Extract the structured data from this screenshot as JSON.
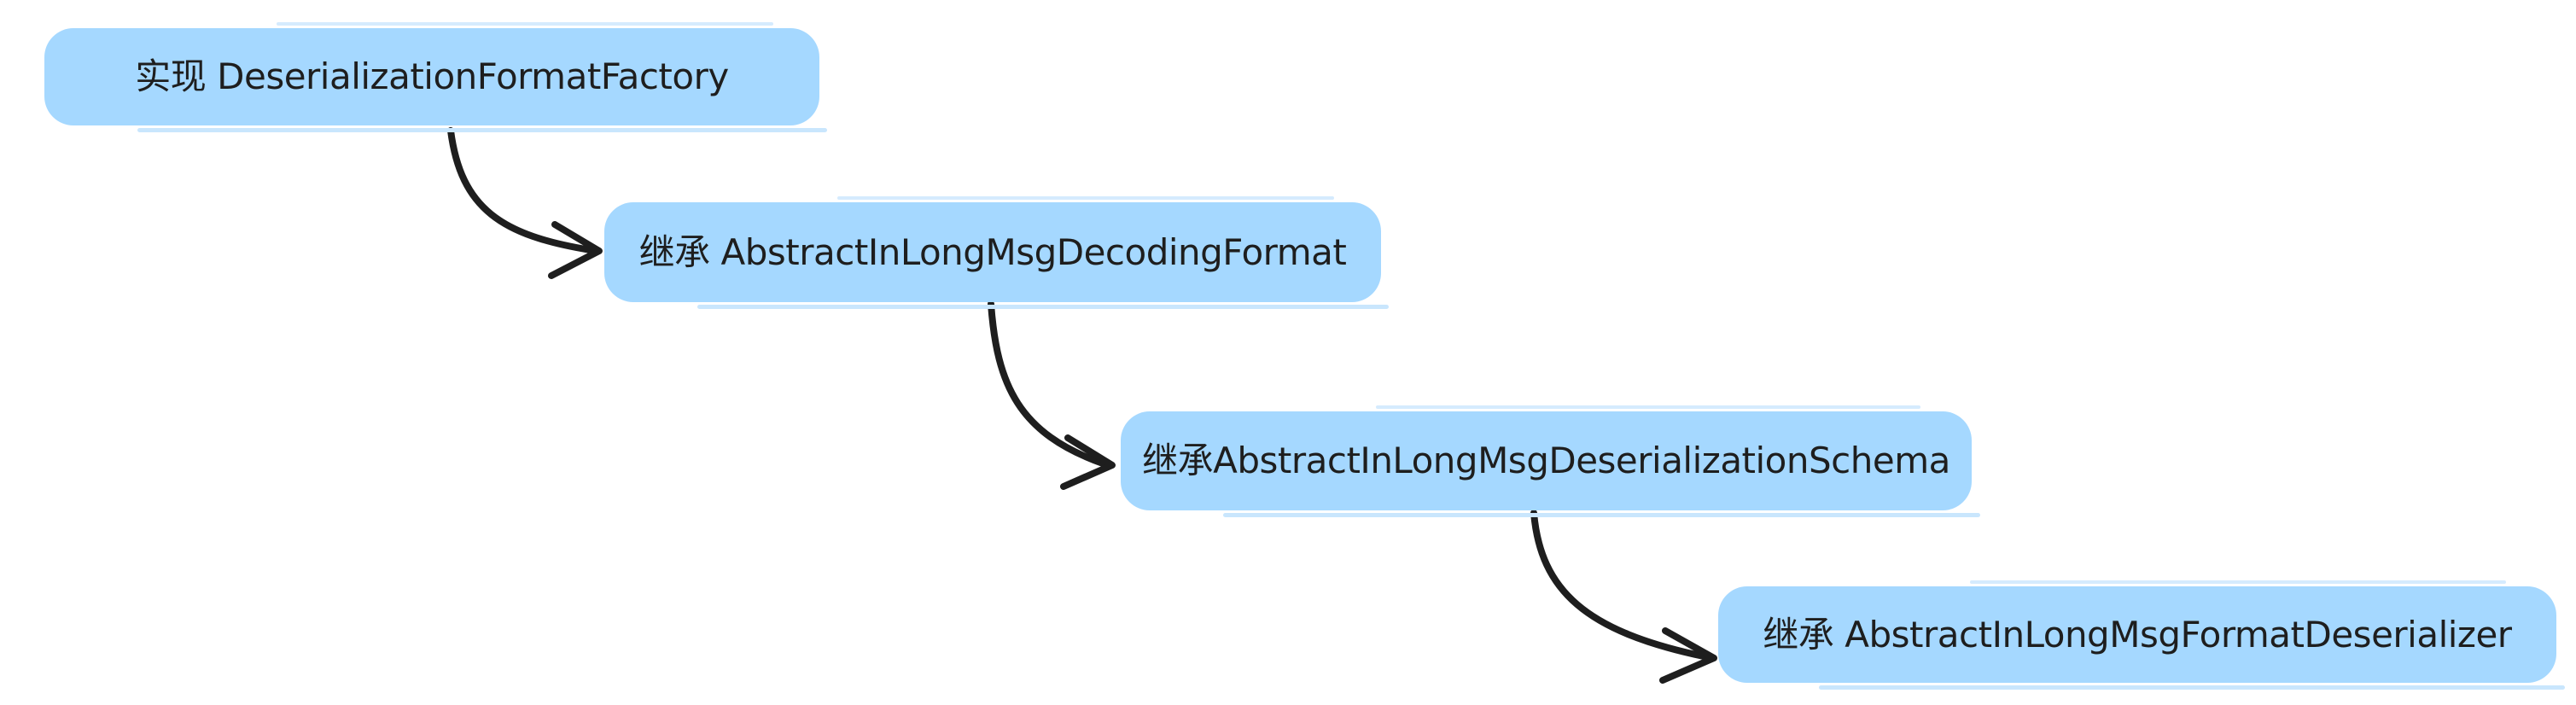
{
  "diagram": {
    "type": "flowchart",
    "background_color": "#ffffff",
    "node_fill_color": "#a5d8ff",
    "text_color": "#1e1e1e",
    "arrow_color": "#1e1e1e",
    "nodes": [
      {
        "label": "实现 DeserializationFormatFactory"
      },
      {
        "label": "继承 AbstractInLongMsgDecodingFormat"
      },
      {
        "label": "继承AbstractInLongMsgDeserializationSchema"
      },
      {
        "label": "继承 AbstractInLongMsgFormatDeserializer"
      }
    ],
    "edges": [
      {
        "from": "实现 DeserializationFormatFactory",
        "to": "继承 AbstractInLongMsgDecodingFormat"
      },
      {
        "from": "继承 AbstractInLongMsgDecodingFormat",
        "to": "继承AbstractInLongMsgDeserializationSchema"
      },
      {
        "from": "继承AbstractInLongMsgDeserializationSchema",
        "to": "继承 AbstractInLongMsgFormatDeserializer"
      }
    ]
  }
}
